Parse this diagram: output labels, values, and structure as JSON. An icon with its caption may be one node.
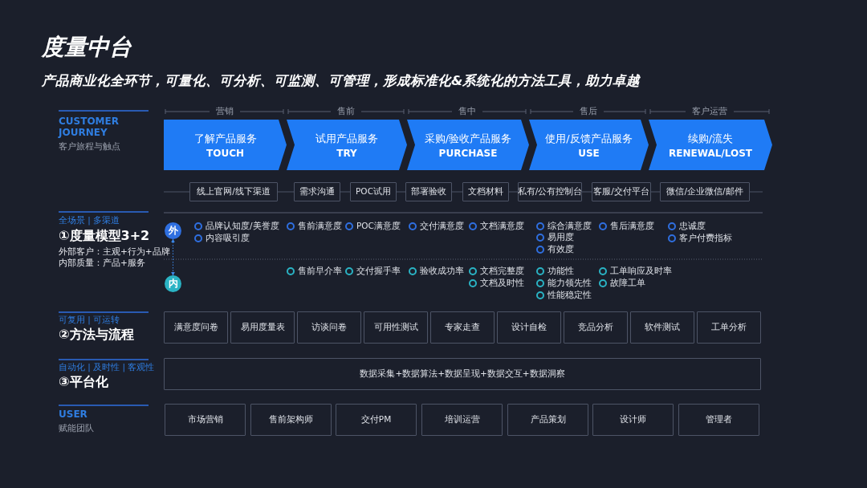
{
  "diagram": {
    "title": "度量中台",
    "nodes": [
      {
        "text": [
          "了解产品服务",
          "TOUCH"
        ],
        "beside": [
          "营销"
        ]
      },
      {
        "text": [
          "试用产品服务",
          "TRY"
        ],
        "beside": [
          "售前"
        ]
      },
      {
        "text": [
          "采购/验收产品服务",
          "PURCHASE"
        ],
        "beside": [
          "售中"
        ]
      },
      {
        "text": [
          "使用/反馈产品服务",
          "USE"
        ],
        "beside": [
          "售后"
        ]
      },
      {
        "text": [
          "续购/流失",
          "RENEWAL/LOST"
        ],
        "beside": [
          "客户运营"
        ]
      },
      {
        "text": [
          "线上官网/线下渠道"
        ]
      },
      {
        "text": [
          "需求沟通"
        ]
      },
      {
        "text": [
          "POC试用"
        ]
      },
      {
        "text": [
          "部署验收"
        ]
      },
      {
        "text": [
          "文档材料"
        ]
      },
      {
        "text": [
          "私有/公有控制台"
        ]
      },
      {
        "text": [
          "客服/交付平台"
        ]
      },
      {
        "text": [
          "微信/企业微信/邮件"
        ]
      },
      {
        "text": [
          "外"
        ]
      },
      {
        "text": [
          "内"
        ]
      },
      {
        "text": [
          "满意度问卷"
        ]
      },
      {
        "text": [
          "易用度量表"
        ]
      },
      {
        "text": [
          "访谈问卷"
        ]
      },
      {
        "text": [
          "可用性测试"
        ]
      },
      {
        "text": [
          "专家走查"
        ]
      },
      {
        "text": [
          "设计自检"
        ]
      },
      {
        "text": [
          "竞品分析"
        ]
      },
      {
        "text": [
          "软件测试"
        ]
      },
      {
        "text": [
          "工单分析"
        ]
      },
      {
        "text": [
          "数据采集+数据算法+数据呈现+数据交互+数据洞察"
        ]
      },
      {
        "text": [
          "市场营销"
        ]
      },
      {
        "text": [
          "售前架构师"
        ]
      },
      {
        "text": [
          "交付PM"
        ]
      },
      {
        "text": [
          "培训运营"
        ]
      },
      {
        "text": [
          "产品策划"
        ]
      },
      {
        "text": [
          "设计师"
        ]
      },
      {
        "text": [
          "管理者"
        ]
      }
    ],
    "edges": [
      {
        "from": 5,
        "to": 6,
        "arrow": "none"
      },
      {
        "from": 6,
        "to": 7,
        "arrow": "none"
      },
      {
        "from": 7,
        "to": 8,
        "arrow": "none"
      },
      {
        "from": 8,
        "to": 9,
        "arrow": "none"
      },
      {
        "from": 9,
        "to": 10,
        "arrow": "none"
      },
      {
        "from": 10,
        "to": 11,
        "arrow": "none"
      },
      {
        "from": 11,
        "to": 12,
        "arrow": "none"
      },
      {
        "from": 13,
        "to": 14,
        "arrow": "both",
        "style": "dashed",
        "color": "#3b86e6"
      }
    ],
    "labels": [
      "产品商业化全环节，可量化、可分析、可监测、可管理，形成标准化&系统化的方法工具，助力卓越",
      "CUSTOMER JOURNEY",
      "客户旅程与触点",
      "全场景 | 多渠道",
      "①度量模型3+2",
      "外部客户：主观+行为+品牌",
      "内部质量：产品+服务",
      "品牌认知度/美誉度",
      "售前满意度",
      "POC满意度",
      "交付满意度",
      "文档满意度",
      "综合满意度",
      "售后满意度",
      "忠诚度",
      "内容吸引度",
      "易用度",
      "客户付费指标",
      "有效度",
      "售前早介率",
      "交付握手率",
      "验收成功率",
      "文档完整度",
      "功能性",
      "工单响应及时率",
      "文档及时性",
      "能力领先性",
      "故障工单",
      "性能稳定性",
      "可复用 | 可运转",
      "②方法与流程",
      "自动化 | 及时性 | 客观性",
      "③平台化",
      "USER",
      "赋能团队"
    ]
  }
}
